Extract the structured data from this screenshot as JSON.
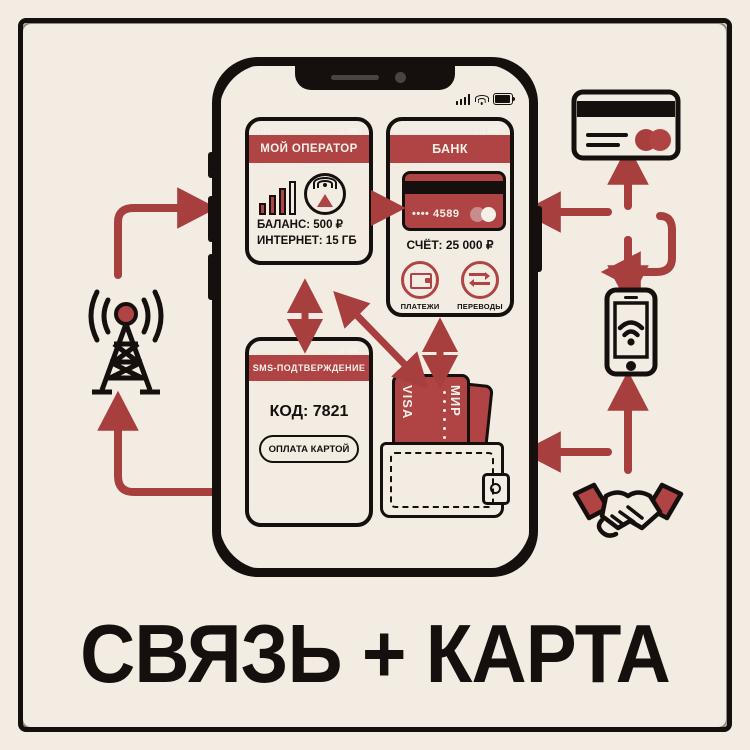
{
  "theme": {
    "background": "#f2ece2",
    "ink": "#15100e",
    "accent_red": "#b04444",
    "card_text": "#f6f1e8"
  },
  "title": "СВЯЗЬ + КАРТА",
  "phone": {
    "status_icons": [
      "signal-bars",
      "wifi",
      "battery"
    ]
  },
  "cards": {
    "operator": {
      "header": "МОЙ ОПЕРАТОР",
      "signal_bars": 4,
      "signal_filled": 3,
      "lines": [
        "БАЛАНС: 500 ₽",
        "ИНТЕРНЕТ: 15 ГБ"
      ],
      "balance_label": "БАЛАНС",
      "balance_value": "500 ₽",
      "internet_label": "ИНТЕРНЕТ",
      "internet_value": "15 ГБ"
    },
    "bank": {
      "header": "БАНК",
      "card_number": "•••• 4589",
      "account_line": "СЧЁТ: 25 000 ₽",
      "account_label": "СЧЁТ",
      "account_value": "25 000 ₽",
      "operations": [
        {
          "label": "ПЛАТЕЖИ",
          "icon": "wallet-icon"
        },
        {
          "label": "ПЕРЕВОДЫ",
          "icon": "transfer-arrows-icon"
        }
      ]
    },
    "sms": {
      "header": "SMS-ПОДТВЕРЖДЕНИЕ",
      "code_line": "КОД: 7821",
      "code_label": "КОД",
      "code_value": "7821",
      "button": "ОПЛАТА КАРТОЙ"
    }
  },
  "wallet": {
    "front_card_brand_left": "VISA",
    "front_card_brand_right": "МИР"
  },
  "side_icons": [
    {
      "name": "cell-tower-icon",
      "position": "left"
    },
    {
      "name": "credit-card-icon",
      "position": "top-right"
    },
    {
      "name": "smartphone-wifi-icon",
      "position": "right"
    },
    {
      "name": "handshake-icon",
      "position": "bottom-right"
    }
  ]
}
